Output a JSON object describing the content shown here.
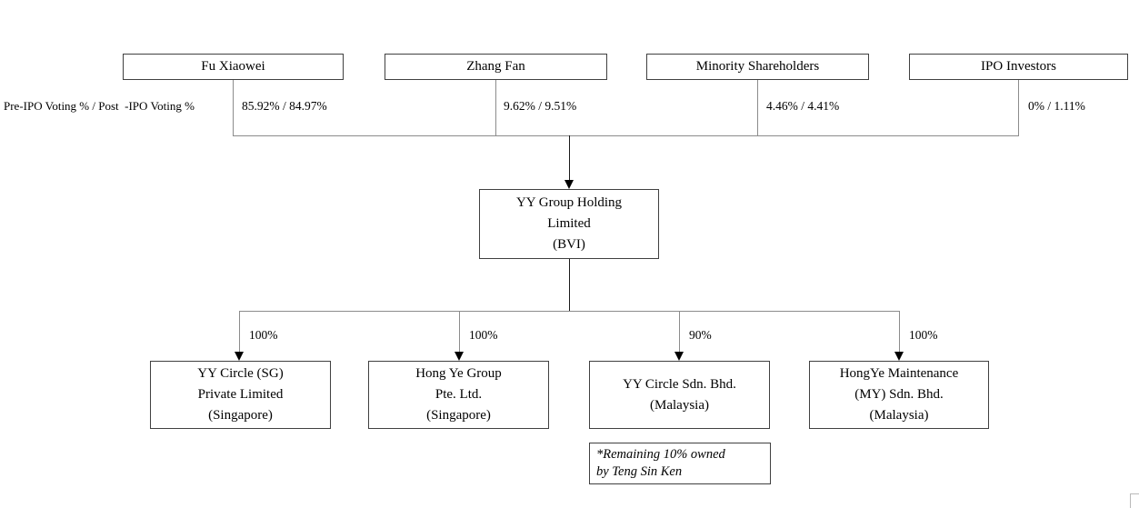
{
  "diagram": {
    "row_label": "Pre-IPO Voting % / Post  -IPO Voting %",
    "shareholders": [
      {
        "name": "Fu Xiaowei",
        "voting": "85.92% / 84.97%"
      },
      {
        "name": "Zhang Fan",
        "voting": "9.62% / 9.51%"
      },
      {
        "name": "Minority Shareholders",
        "voting": "4.46% / 4.41%"
      },
      {
        "name": "IPO Investors",
        "voting": "0% / 1.11%"
      }
    ],
    "holding": {
      "line1": "YY Group Holding",
      "line2": "Limited",
      "line3": "(BVI)"
    },
    "subsidiaries": [
      {
        "ownership": "100%",
        "line1": "YY Circle (SG)",
        "line2": "Private Limited",
        "line3": "(Singapore)"
      },
      {
        "ownership": "100%",
        "line1": "Hong Ye Group",
        "line2": "Pte. Ltd.",
        "line3": "(Singapore)"
      },
      {
        "ownership": "90%",
        "line1": "YY Circle Sdn. Bhd.",
        "line2": "(Malaysia)",
        "line3": ""
      },
      {
        "ownership": "100%",
        "line1": "HongYe Maintenance",
        "line2": "(MY) Sdn. Bhd.",
        "line3": "(Malaysia)"
      }
    ],
    "footnote": {
      "line1": "*Remaining 10% owned",
      "line2": "by Teng Sin Ken"
    }
  },
  "colors": {
    "connector_line": "#8c8c8c",
    "center_stem": "#1a1a1a",
    "box_border": "#404040",
    "text": "#000000",
    "background": "#ffffff"
  }
}
